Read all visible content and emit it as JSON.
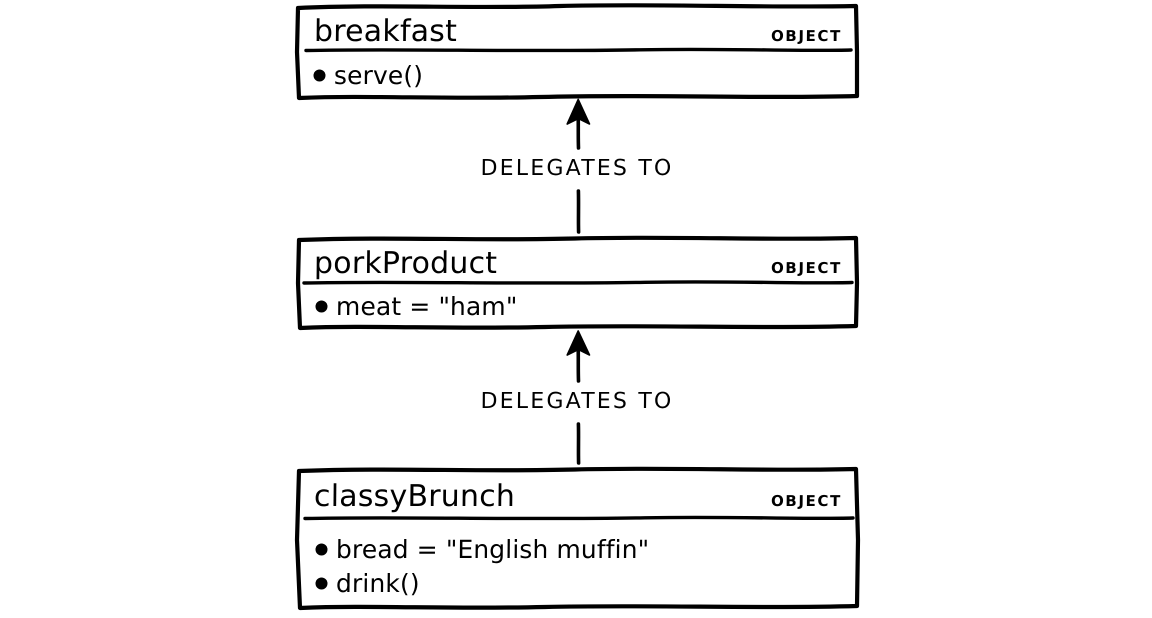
{
  "diagram": {
    "style": "hand-drawn sketch",
    "background_color": "#ffffff",
    "ink_color": "#000000",
    "boxes": [
      {
        "id": "breakfast",
        "title": "breakfast",
        "kind": "OBJECT",
        "members": [
          {
            "label": "serve()",
            "bullet": "circle-bullet-icon"
          }
        ]
      },
      {
        "id": "porkProduct",
        "title": "porkProduct",
        "kind": "OBJECT",
        "members": [
          {
            "label": "meat = \"ham\"",
            "bullet": "circle-bullet-icon"
          }
        ]
      },
      {
        "id": "classyBrunch",
        "title": "classyBrunch",
        "kind": "OBJECT",
        "members": [
          {
            "label": "bread = \"English muffin\"",
            "bullet": "circle-bullet-icon"
          },
          {
            "label": "drink()",
            "bullet": "circle-bullet-icon"
          }
        ]
      }
    ],
    "relationships": [
      {
        "id": "porkProduct-to-breakfast",
        "label": "DELEGATES TO",
        "from": "porkProduct",
        "to": "breakfast",
        "arrow": "up-arrow-icon"
      },
      {
        "id": "classyBrunch-to-porkProduct",
        "label": "DELEGATES TO",
        "from": "classyBrunch",
        "to": "porkProduct",
        "arrow": "up-arrow-icon"
      }
    ]
  }
}
